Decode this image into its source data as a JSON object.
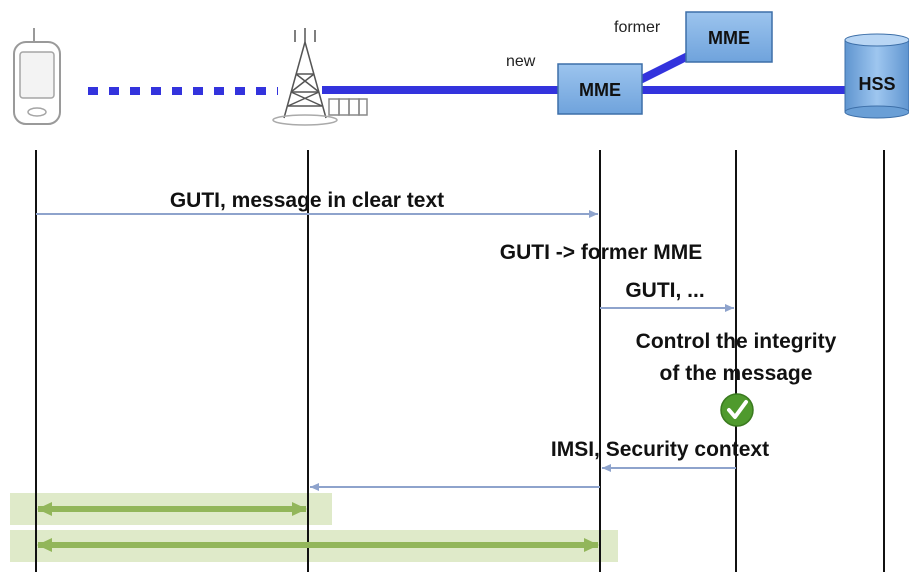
{
  "nodes": {
    "mme_new_label": "MME",
    "mme_former_label": "MME",
    "hss_label": "HSS",
    "new_caption": "new",
    "former_caption": "former"
  },
  "messages": {
    "m1": "GUTI, message in clear text",
    "m2": "GUTI -> former MME",
    "m3": "GUTI, ...",
    "m4_line1": "Control the integrity",
    "m4_line2": "of the message",
    "m5": "IMSI, Security context"
  },
  "colors": {
    "link_blue": "#3333dd",
    "box_blue": "#7fb2e6",
    "box_border": "#3d6fa8",
    "arrow_blue": "#8ea3cc",
    "lifeline": "#111111",
    "green_arrow": "#92b65a",
    "green_band": "#dfeac9",
    "check_green": "#4f9a2d"
  },
  "icons": {
    "ue": "mobile-phone-icon",
    "enb": "cell-tower-icon",
    "check": "check-circle-icon"
  }
}
